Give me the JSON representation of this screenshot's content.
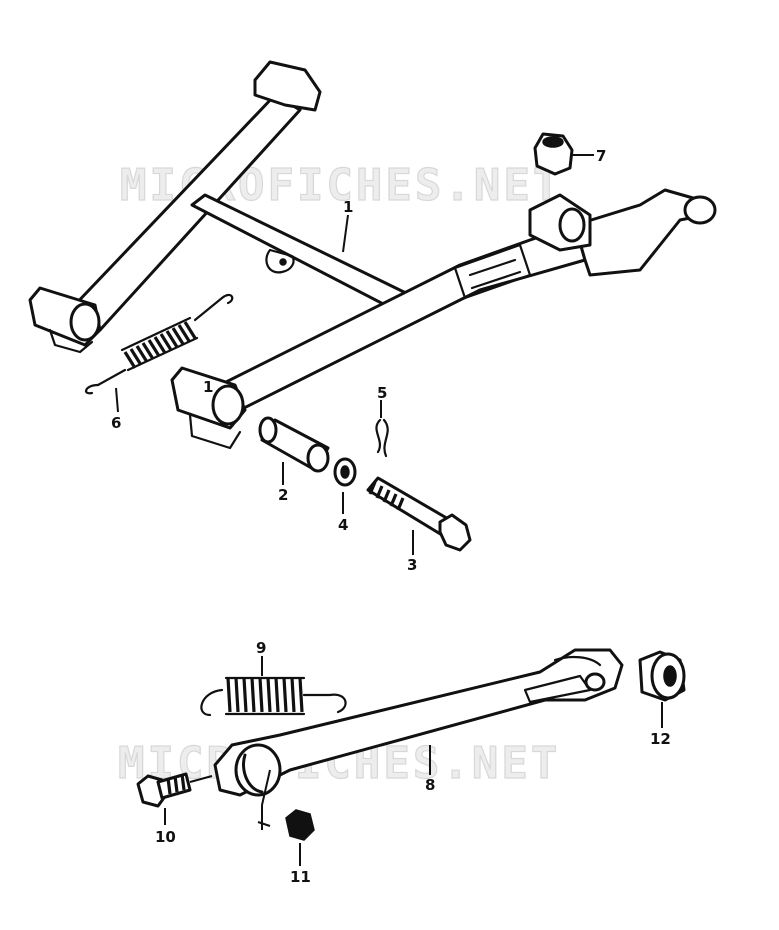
{
  "watermarks": [
    "MICROFICHES.NET",
    "MICROFICHES.NET"
  ],
  "callouts": [
    "1",
    "1",
    "2",
    "3",
    "4",
    "5",
    "6",
    "7",
    "8",
    "9",
    "10",
    "11",
    "12"
  ],
  "colors": {
    "ink": "#111111",
    "paper": "#ffffff",
    "watermark": "#dcdcdc"
  }
}
